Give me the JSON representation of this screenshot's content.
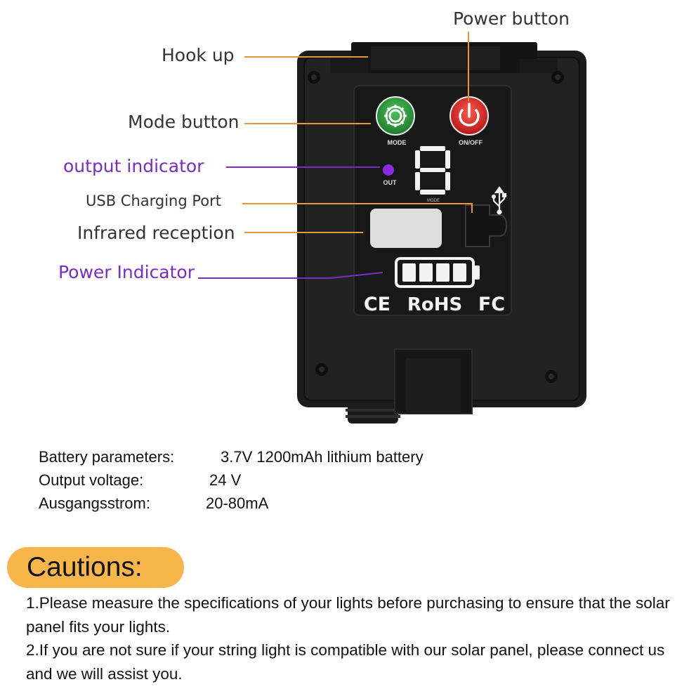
{
  "callouts": {
    "hook_up": "Hook up",
    "power_button": "Power button",
    "mode_button": "Mode button",
    "output_indicator": "output indicator",
    "usb_charging_port": "USB Charging Port",
    "infrared_reception": "Infrared reception",
    "power_indicator": "Power Indicator"
  },
  "device_labels": {
    "mode": "MODE",
    "on_off": "ON/OFF",
    "out": "OUT",
    "display_mode": "MODE",
    "ce": "CE",
    "rohs": "RoHS",
    "fc": "FC"
  },
  "specs": [
    {
      "label": "Battery parameters:",
      "value": "3.7V 1200mAh lithium battery"
    },
    {
      "label": "Output voltage:",
      "value": "24 V"
    },
    {
      "label": "Ausgangsstrom:",
      "value": "20-80mA"
    }
  ],
  "cautions": {
    "title": "Cautions:",
    "items": [
      "1.Please measure the specifications of your lights before purchasing to ensure that the solar panel fits your lights.",
      "2.If you are not sure if your string light is compatible with our solar panel, please connect us and we will assist you."
    ]
  },
  "colors": {
    "callout_line": "#e8963a",
    "purple": "#7a2cc8",
    "mode_green": "#2e9e3e",
    "power_red": "#d62a2a",
    "caution_pill": "#f6b64a",
    "device_body": "#1b1b1b"
  }
}
